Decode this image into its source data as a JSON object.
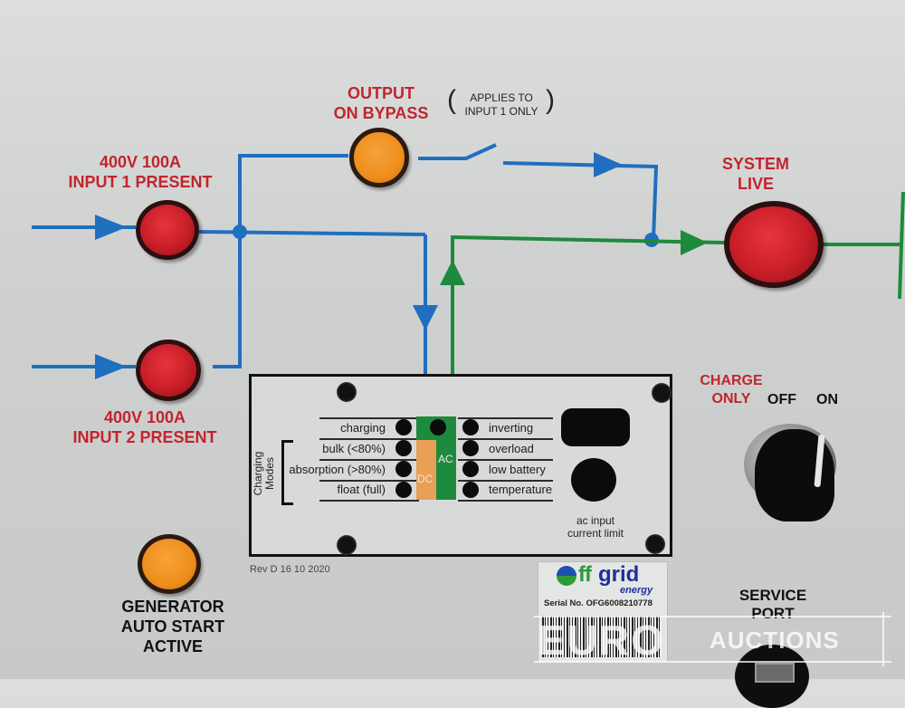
{
  "lamps": {
    "input1": {
      "line1": "400V 100A",
      "line2": "INPUT 1 PRESENT",
      "color": "#c81e28"
    },
    "input2": {
      "line1": "400V 100A",
      "line2": "INPUT 2 PRESENT",
      "color": "#c81e28"
    },
    "bypass": {
      "line1": "OUTPUT",
      "line2": "ON BYPASS",
      "note1": "APPLIES TO",
      "note2": "INPUT 1 ONLY",
      "color": "#ee8e1c"
    },
    "system_live": {
      "line1": "SYSTEM",
      "line2": "LIVE",
      "color": "#c81e28"
    },
    "generator": {
      "line1": "GENERATOR",
      "line2": "AUTO START",
      "line3": "ACTIVE",
      "color": "#ee8e1c"
    }
  },
  "selector": {
    "label_charge1": "CHARGE",
    "label_charge2": "ONLY",
    "label_off": "OFF",
    "label_on": "ON",
    "position": "ON"
  },
  "inverter_panel": {
    "group_label1": "Charging",
    "group_label2": "Modes",
    "left_rows": [
      "charging",
      "bulk (<80%)",
      "absorption (>80%)",
      "float (full)"
    ],
    "right_rows": [
      "inverting",
      "overload",
      "low battery",
      "temperature"
    ],
    "dc_label": "DC",
    "ac_label": "AC",
    "knob_label1": "ac input",
    "knob_label2": "current limit",
    "revision": "Rev D 16 10 2020",
    "colors": {
      "dc": "#e8a057",
      "ac": "#1e8a3e"
    }
  },
  "brand": {
    "logo_o": "O",
    "logo_ff": "ff",
    "logo_grid": "grid",
    "logo_energy": "energy",
    "serial": "Serial No. OFG6008210778"
  },
  "service": {
    "line1": "SERVICE",
    "line2": "PORT"
  },
  "watermark": {
    "euro": "EURO",
    "auctions": "AUCTIONS"
  },
  "colors": {
    "line_blue": "#1f6fbf",
    "line_green": "#1d8a3c",
    "label_red": "#c2242d"
  }
}
